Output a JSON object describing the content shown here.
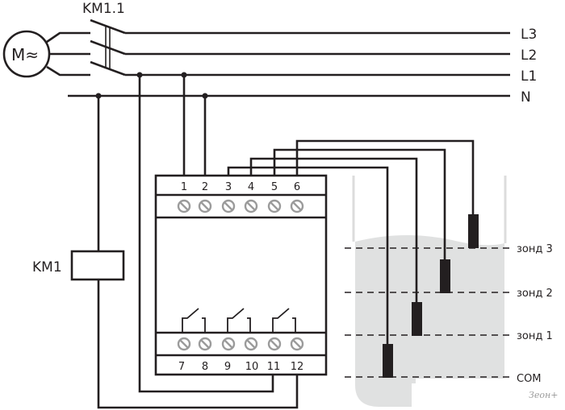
{
  "diagram": {
    "motor_label": "M≈",
    "contactor_contacts_label": "KM1.1",
    "coil_label": "KM1",
    "lines": [
      "L3",
      "L2",
      "L1",
      "N"
    ],
    "relay": {
      "top_terminals": [
        "1",
        "2",
        "3",
        "4",
        "5",
        "6"
      ],
      "bottom_terminals": [
        "7",
        "8",
        "9",
        "10",
        "11",
        "12"
      ]
    },
    "tank": {
      "levels": [
        "зонд 3",
        "зонд 2",
        "зонд 1",
        "COM"
      ]
    },
    "watermark": "Зеон+"
  },
  "colors": {
    "line": "#231f20",
    "screw": "#9b9b9b",
    "liquid": "#e0e1e1",
    "tank_wall": "#dcdcdc"
  }
}
